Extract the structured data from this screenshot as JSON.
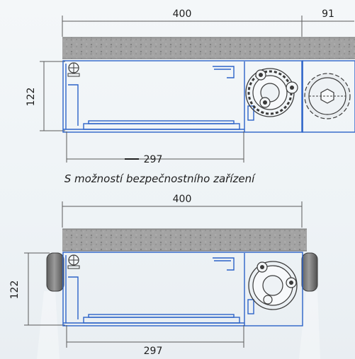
{
  "colors": {
    "background": "#eef3f6",
    "outline": "#2c63c8",
    "dimension_line": "#5a5a5a",
    "concrete": "#9a9a9a",
    "text": "#1e1e1e"
  },
  "drawing_top": {
    "dim_length": "400",
    "dim_extension": "91",
    "dim_height": "122",
    "dim_inner": "297"
  },
  "caption": "S možností bezpečnostního zařízení",
  "drawing_bottom": {
    "dim_length": "400",
    "dim_height": "122",
    "dim_inner": "297"
  }
}
